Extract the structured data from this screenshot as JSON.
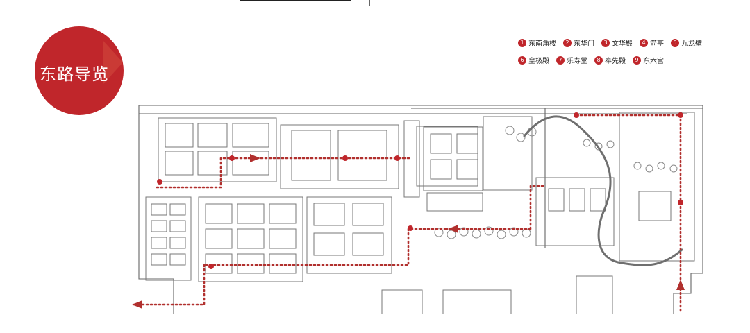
{
  "page": {
    "title": "东路导览"
  },
  "legend": {
    "items": [
      {
        "num": "1",
        "label": "东南角楼"
      },
      {
        "num": "2",
        "label": "东华门"
      },
      {
        "num": "3",
        "label": "文华殿"
      },
      {
        "num": "4",
        "label": "箭亭"
      },
      {
        "num": "5",
        "label": "九龙壁"
      },
      {
        "num": "6",
        "label": "皇极殿"
      },
      {
        "num": "7",
        "label": "乐寿堂"
      },
      {
        "num": "8",
        "label": "奉先殿"
      },
      {
        "num": "9",
        "label": "东六宫"
      }
    ]
  },
  "colors": {
    "accent": "#c0262b",
    "route": "#b1302e",
    "ink": "#333333",
    "paper": "#ffffff"
  },
  "icons": {
    "badge_arrow": "right-arrow-icon",
    "route_arrow": "route-arrow-icon"
  }
}
